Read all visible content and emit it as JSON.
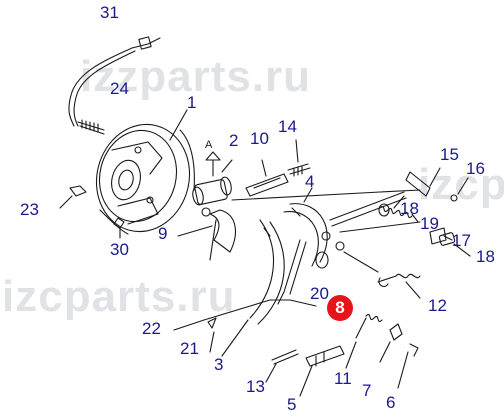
{
  "watermark": {
    "text_top": "izzparts.ru",
    "text_bottom": "izcparts.ru",
    "text_right": "izcp"
  },
  "view_marker": "A",
  "callouts": [
    {
      "name": "1",
      "label": "1"
    },
    {
      "name": "2",
      "label": "2"
    },
    {
      "name": "3",
      "label": "3"
    },
    {
      "name": "4",
      "label": "4"
    },
    {
      "name": "5",
      "label": "5"
    },
    {
      "name": "6",
      "label": "6"
    },
    {
      "name": "7",
      "label": "7"
    },
    {
      "name": "8",
      "label": "8"
    },
    {
      "name": "9",
      "label": "9"
    },
    {
      "name": "10",
      "label": "10"
    },
    {
      "name": "11",
      "label": "11"
    },
    {
      "name": "12",
      "label": "12"
    },
    {
      "name": "13",
      "label": "13"
    },
    {
      "name": "14",
      "label": "14"
    },
    {
      "name": "15",
      "label": "15"
    },
    {
      "name": "16",
      "label": "16"
    },
    {
      "name": "17",
      "label": "17"
    },
    {
      "name": "18a",
      "label": "18"
    },
    {
      "name": "18b",
      "label": "18"
    },
    {
      "name": "19",
      "label": "19"
    },
    {
      "name": "20",
      "label": "20"
    },
    {
      "name": "21",
      "label": "21"
    },
    {
      "name": "22",
      "label": "22"
    },
    {
      "name": "23",
      "label": "23"
    },
    {
      "name": "24",
      "label": "24"
    },
    {
      "name": "30",
      "label": "30"
    },
    {
      "name": "31",
      "label": "31"
    }
  ],
  "highlight": {
    "label": "8",
    "color": "#e8141c"
  },
  "colors": {
    "callout_text": "#1a1a8c",
    "line": "#1a1a1a",
    "watermark": "#c8ccd0"
  }
}
